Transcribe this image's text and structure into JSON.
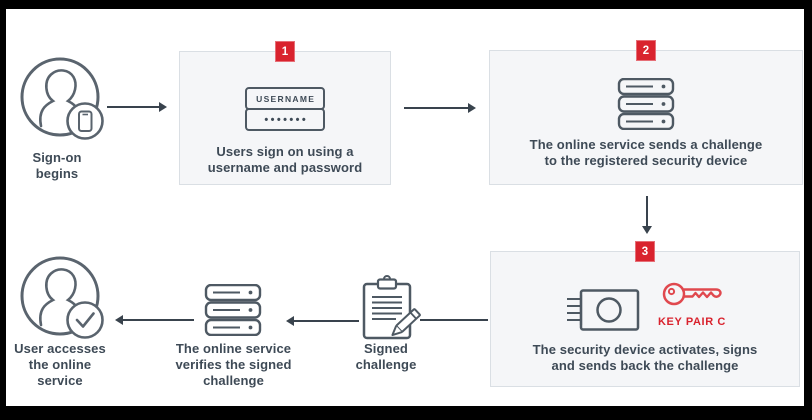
{
  "colors": {
    "accent_red": "#d9232e",
    "key_red": "#e0484e",
    "ink_text": "#3e4a56",
    "icon_stroke": "#4e5963",
    "arrow": "#39434d",
    "box_background": "#f5f6f8",
    "box_border": "#dadfe4",
    "frame": "#000000"
  },
  "nodes": {
    "start": {
      "icon": "user-circle-phone-icon",
      "lines": [
        "Sign-on",
        "begins"
      ]
    },
    "step1": {
      "badge": "1",
      "icon": "username-password-icon",
      "credential": {
        "username": "USERNAME",
        "password_dots": "•••••••"
      },
      "lines": [
        "Users sign on using a",
        "username and password"
      ]
    },
    "step2": {
      "badge": "2",
      "icon": "server-icon",
      "lines": [
        "The online service sends a challenge",
        "to the registered security device"
      ]
    },
    "step3": {
      "badge": "3",
      "icon": "security-key-icon",
      "key_icon": "key-icon",
      "key_label": "KEY PAIR C",
      "lines": [
        "The security device activates, signs",
        "and sends back the challenge"
      ]
    },
    "signed_challenge": {
      "icon": "clipboard-pencil-icon",
      "lines": [
        "Signed",
        "challenge"
      ]
    },
    "verify": {
      "icon": "server-icon",
      "lines": [
        "The online service",
        "verifies the signed",
        "challenge"
      ]
    },
    "end": {
      "icon": "user-circle-check-icon",
      "lines": [
        "User accesses",
        "the online",
        "service"
      ]
    }
  }
}
